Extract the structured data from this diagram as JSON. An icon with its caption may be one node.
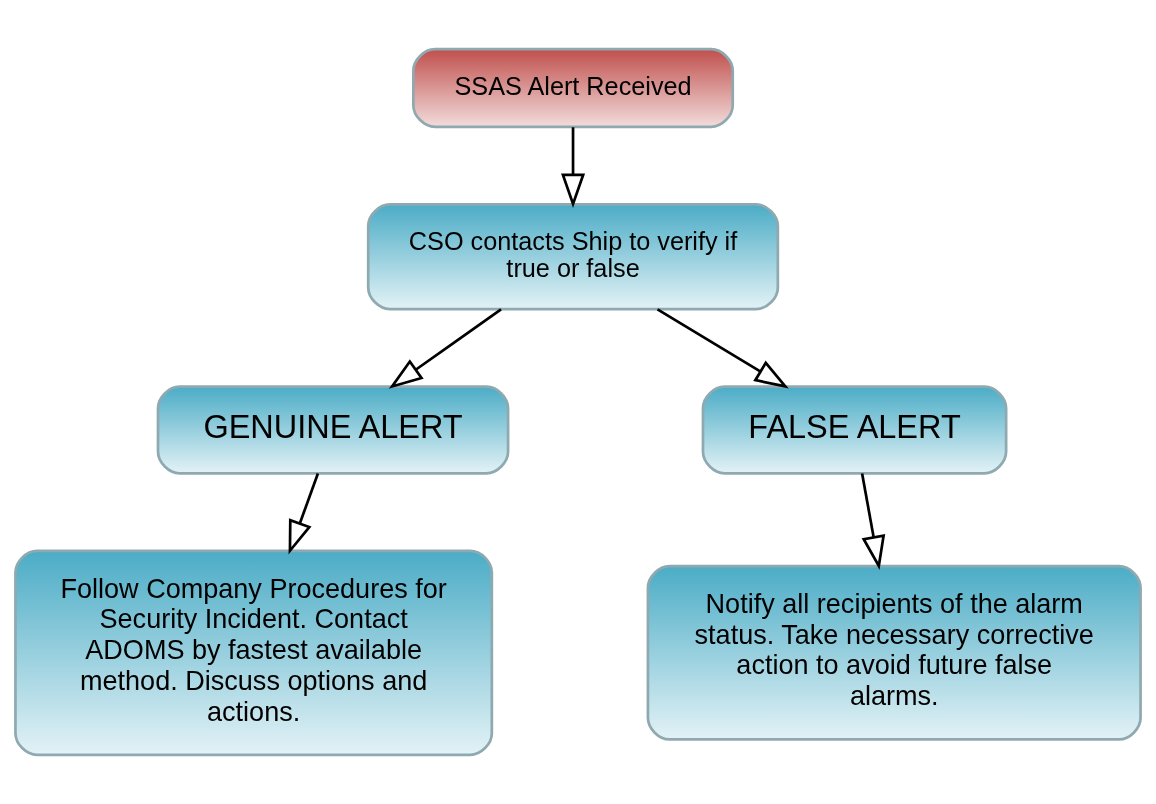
{
  "diagram": {
    "nodes": [
      {
        "text": [
          "SSAS Alert Received"
        ]
      },
      {
        "text": [
          "CSO contacts Ship to verify if true or false"
        ]
      },
      {
        "text": [
          "GENUINE ALERT"
        ]
      },
      {
        "text": [
          "FALSE ALERT"
        ]
      },
      {
        "text": [
          "Follow Company Procedures for Security Incident. Contact ADOMS by fastest available method. Discuss options and actions."
        ]
      },
      {
        "text": [
          "Notify all recipients of the alarm status. Take necessary corrective action to avoid future false alarms."
        ]
      }
    ],
    "edges": [
      {
        "from": 0,
        "to": 1,
        "arrow": "to"
      },
      {
        "from": 1,
        "to": 2,
        "arrow": "to"
      },
      {
        "from": 1,
        "to": 3,
        "arrow": "to"
      },
      {
        "from": 2,
        "to": 4,
        "arrow": "to"
      },
      {
        "from": 3,
        "to": 5,
        "arrow": "to"
      }
    ]
  }
}
